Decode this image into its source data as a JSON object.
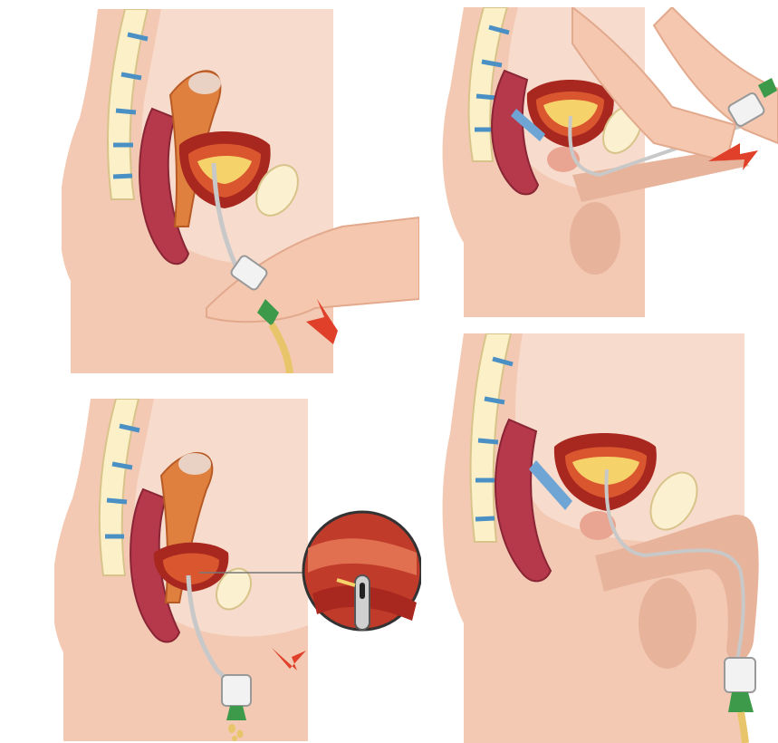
{
  "panels": [
    {
      "id": "female-insertion",
      "arrow": "insert"
    },
    {
      "id": "male-insertion",
      "arrow": "insert"
    },
    {
      "id": "female-draining",
      "arrow": "withdraw",
      "zoom": true
    },
    {
      "id": "male-draining",
      "arrow": "none"
    }
  ],
  "colors": {
    "skin": "#f3c9b3",
    "skin_dark": "#e8b39b",
    "background_tissue": "#f7dccd",
    "spine": "#fbf0c8",
    "disc": "#4a90c4",
    "rectum": "#b5394a",
    "bladder": "#a8281f",
    "bladder_inner": "#d9562f",
    "urine": "#f6d26a",
    "uterus": "#e0803f",
    "pubic_bone": "#fbf0d0",
    "catheter": "#c8c8c8",
    "connector": "#f2f2f2",
    "funnel": "#3d9a4a",
    "urine_tube": "#e8c56a",
    "arrow": "#e0402a",
    "hand": "#f4c7ae"
  }
}
